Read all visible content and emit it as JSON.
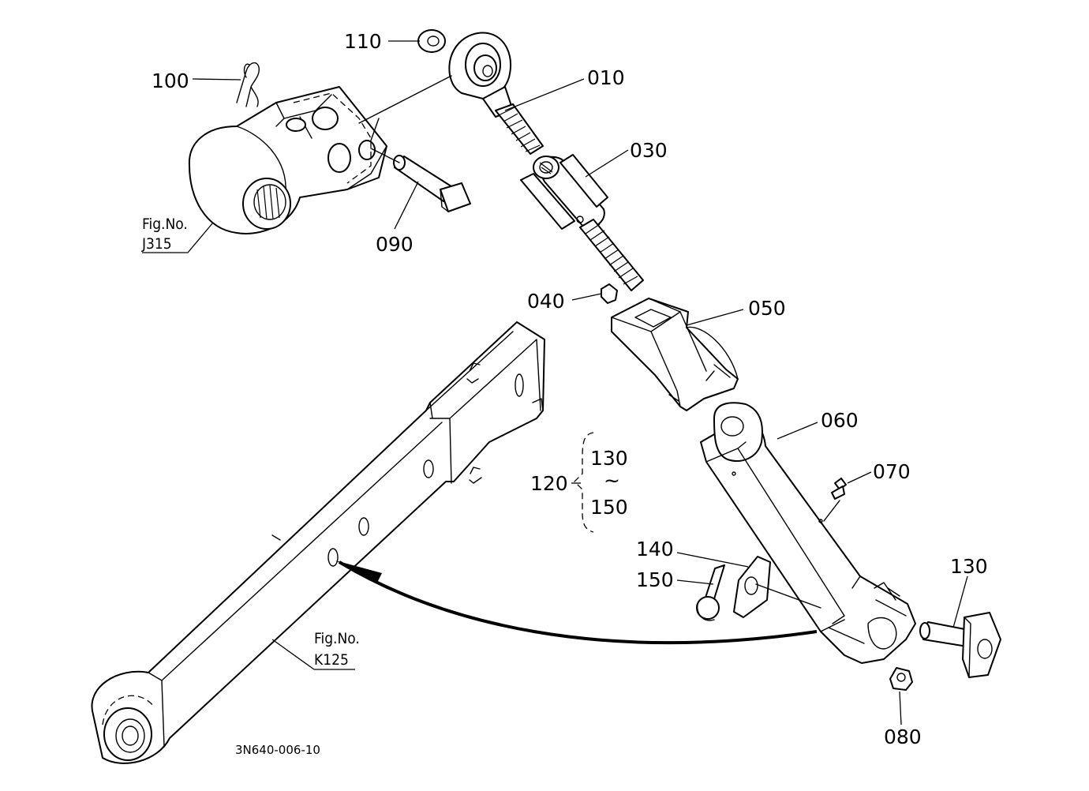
{
  "parts": [
    {
      "id": "010"
    },
    {
      "id": "030"
    },
    {
      "id": "040"
    },
    {
      "id": "050"
    },
    {
      "id": "060"
    },
    {
      "id": "070"
    },
    {
      "id": "080"
    },
    {
      "id": "090"
    },
    {
      "id": "100"
    },
    {
      "id": "110"
    },
    {
      "id": "120"
    },
    {
      "id": "130"
    },
    {
      "id": "140"
    },
    {
      "id": "150"
    }
  ],
  "group": {
    "from": "130",
    "tilde": "~",
    "to": "150"
  },
  "references": [
    {
      "line1": "Fig.No.",
      "line2": "J315"
    },
    {
      "line1": "Fig.No.",
      "line2": "K125"
    }
  ],
  "drawing_code": "3N640-006-10"
}
